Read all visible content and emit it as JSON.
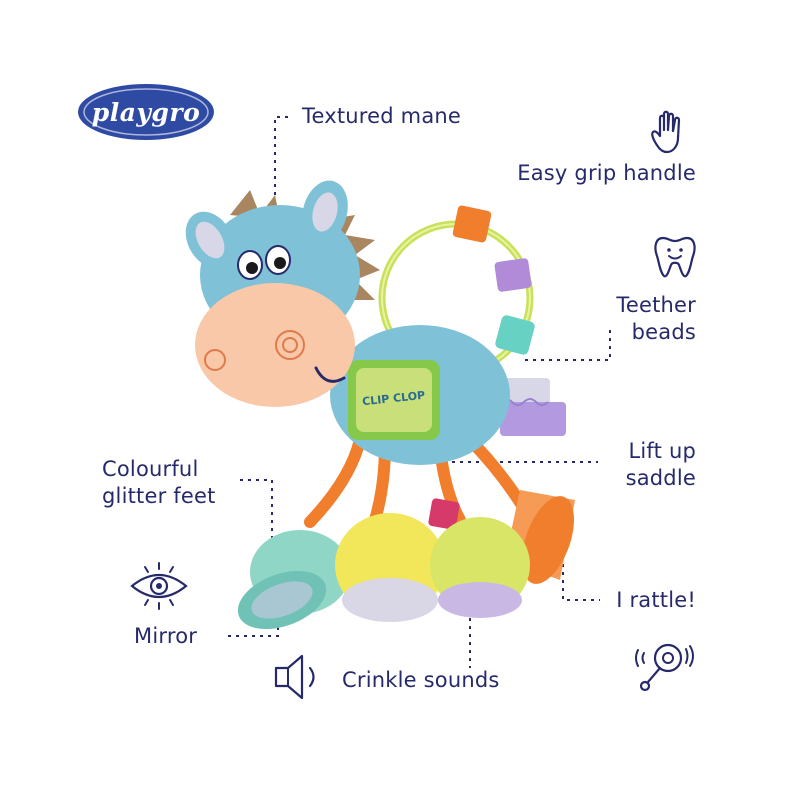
{
  "brand": {
    "logo_text": "playgro",
    "colors": {
      "navy": "#262a6b",
      "logo_blue": "#2f4aa3",
      "toy_blue": "#7fc1d6"
    }
  },
  "callouts": {
    "textured_mane": "Textured mane",
    "easy_grip_line1": "Easy grip handle",
    "teether_line1": "Teether",
    "teether_line2": "beads",
    "lift_line1": "Lift up",
    "lift_line2": "saddle",
    "glitter_line1": "Colourful",
    "glitter_line2": "glitter feet",
    "mirror": "Mirror",
    "rattle": "I rattle!",
    "crinkle": "Crinkle sounds"
  },
  "toy": {
    "patch_text": "CLIP CLOP"
  },
  "icons": [
    "hand-icon",
    "tooth-icon",
    "eye-icon",
    "speaker-icon",
    "rattle-icon"
  ]
}
